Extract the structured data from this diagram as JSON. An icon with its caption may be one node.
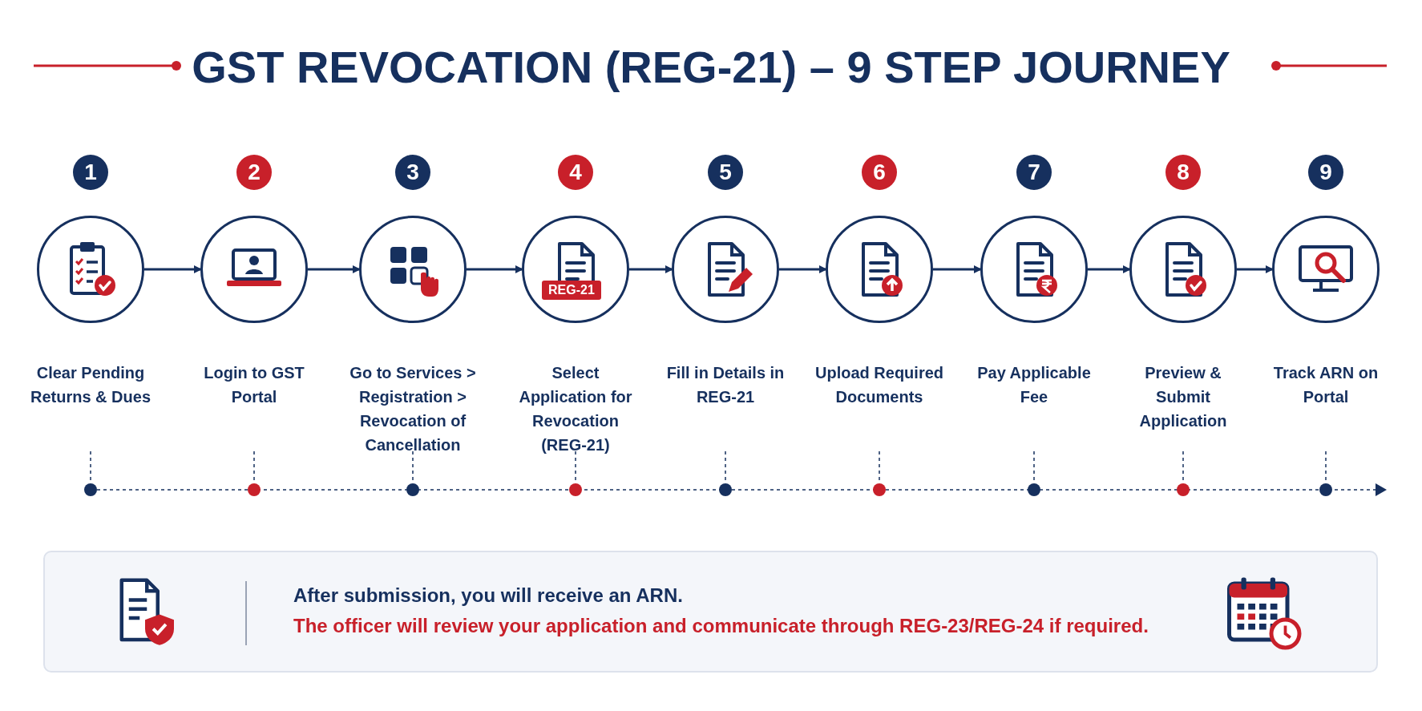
{
  "diagram": {
    "title": "GST REVOCATION (REG-21) – 9 STEP JOURNEY",
    "nodes": [
      {
        "text": [
          "1",
          "Clear Pending Returns & Dues"
        ]
      },
      {
        "text": [
          "2",
          "Login to GST Portal"
        ]
      },
      {
        "text": [
          "3",
          "Go to Services > Registration > Revocation of Cancellation"
        ]
      },
      {
        "text": [
          "4",
          "Select Application for Revocation (REG-21)"
        ]
      },
      {
        "text": [
          "5",
          "Fill in Details in REG-21"
        ]
      },
      {
        "text": [
          "6",
          "Upload Required Documents"
        ]
      },
      {
        "text": [
          "7",
          "Pay Applicable Fee"
        ]
      },
      {
        "text": [
          "8",
          "Preview & Submit Application"
        ]
      },
      {
        "text": [
          "9",
          "Track ARN on Portal"
        ]
      },
      {
        "text": [
          "After submission, you will receive an ARN.",
          "The officer will review your application and communicate through REG-23/REG-24 if required."
        ]
      }
    ],
    "edges": [
      {
        "from": 0,
        "to": 1,
        "arrow": "to"
      },
      {
        "from": 1,
        "to": 2,
        "arrow": "to"
      },
      {
        "from": 2,
        "to": 3,
        "arrow": "to"
      },
      {
        "from": 3,
        "to": 4,
        "arrow": "to"
      },
      {
        "from": 4,
        "to": 5,
        "arrow": "to"
      },
      {
        "from": 5,
        "to": 6,
        "arrow": "to"
      },
      {
        "from": 6,
        "to": 7,
        "arrow": "to"
      },
      {
        "from": 7,
        "to": 8,
        "arrow": "to"
      }
    ],
    "labels": [
      "REG-21"
    ]
  }
}
